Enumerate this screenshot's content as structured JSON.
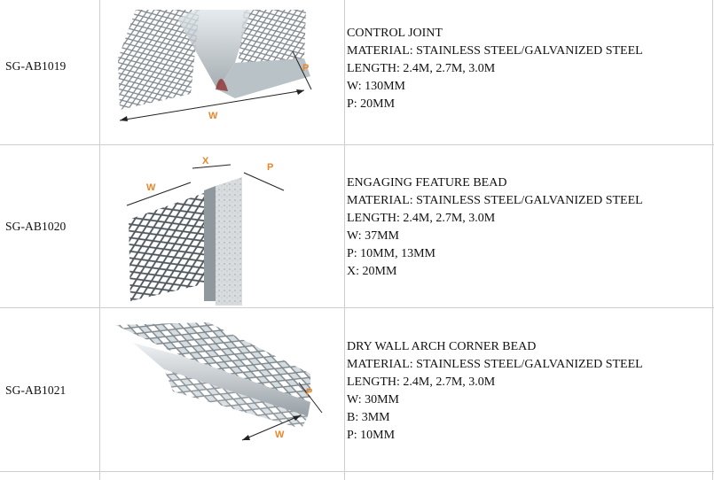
{
  "rows": [
    {
      "code": "SG-AB1019",
      "lines": [
        "CONTROL JOINT",
        "MATERIAL: STAINLESS STEEL/GALVANIZED STEEL",
        "LENGTH: 2.4M, 2.7M, 3.0M",
        "W: 130MM",
        "P: 20MM"
      ],
      "labels": {
        "w": "W",
        "p": "P"
      }
    },
    {
      "code": "SG-AB1020",
      "lines": [
        "ENGAGING FEATURE BEAD",
        "MATERIAL: STAINLESS STEEL/GALVANIZED STEEL",
        "LENGTH: 2.4M, 2.7M, 3.0M",
        "W: 37MM",
        "P: 10MM, 13MM",
        "X: 20MM"
      ],
      "labels": {
        "w": "W",
        "x": "X",
        "p": "P"
      }
    },
    {
      "code": "SG-AB1021",
      "lines": [
        "DRY WALL ARCH CORNER BEAD",
        "MATERIAL: STAINLESS STEEL/GALVANIZED STEEL",
        "LENGTH: 2.4M, 2.7M, 3.0M",
        "W: 30MM",
        "B: 3MM",
        "P: 10MM"
      ],
      "labels": {
        "w": "W",
        "p": "P"
      }
    }
  ],
  "colors": {
    "label": "#e8862a",
    "grid": "#cfcfcf",
    "metal": "#9aa3a8"
  }
}
